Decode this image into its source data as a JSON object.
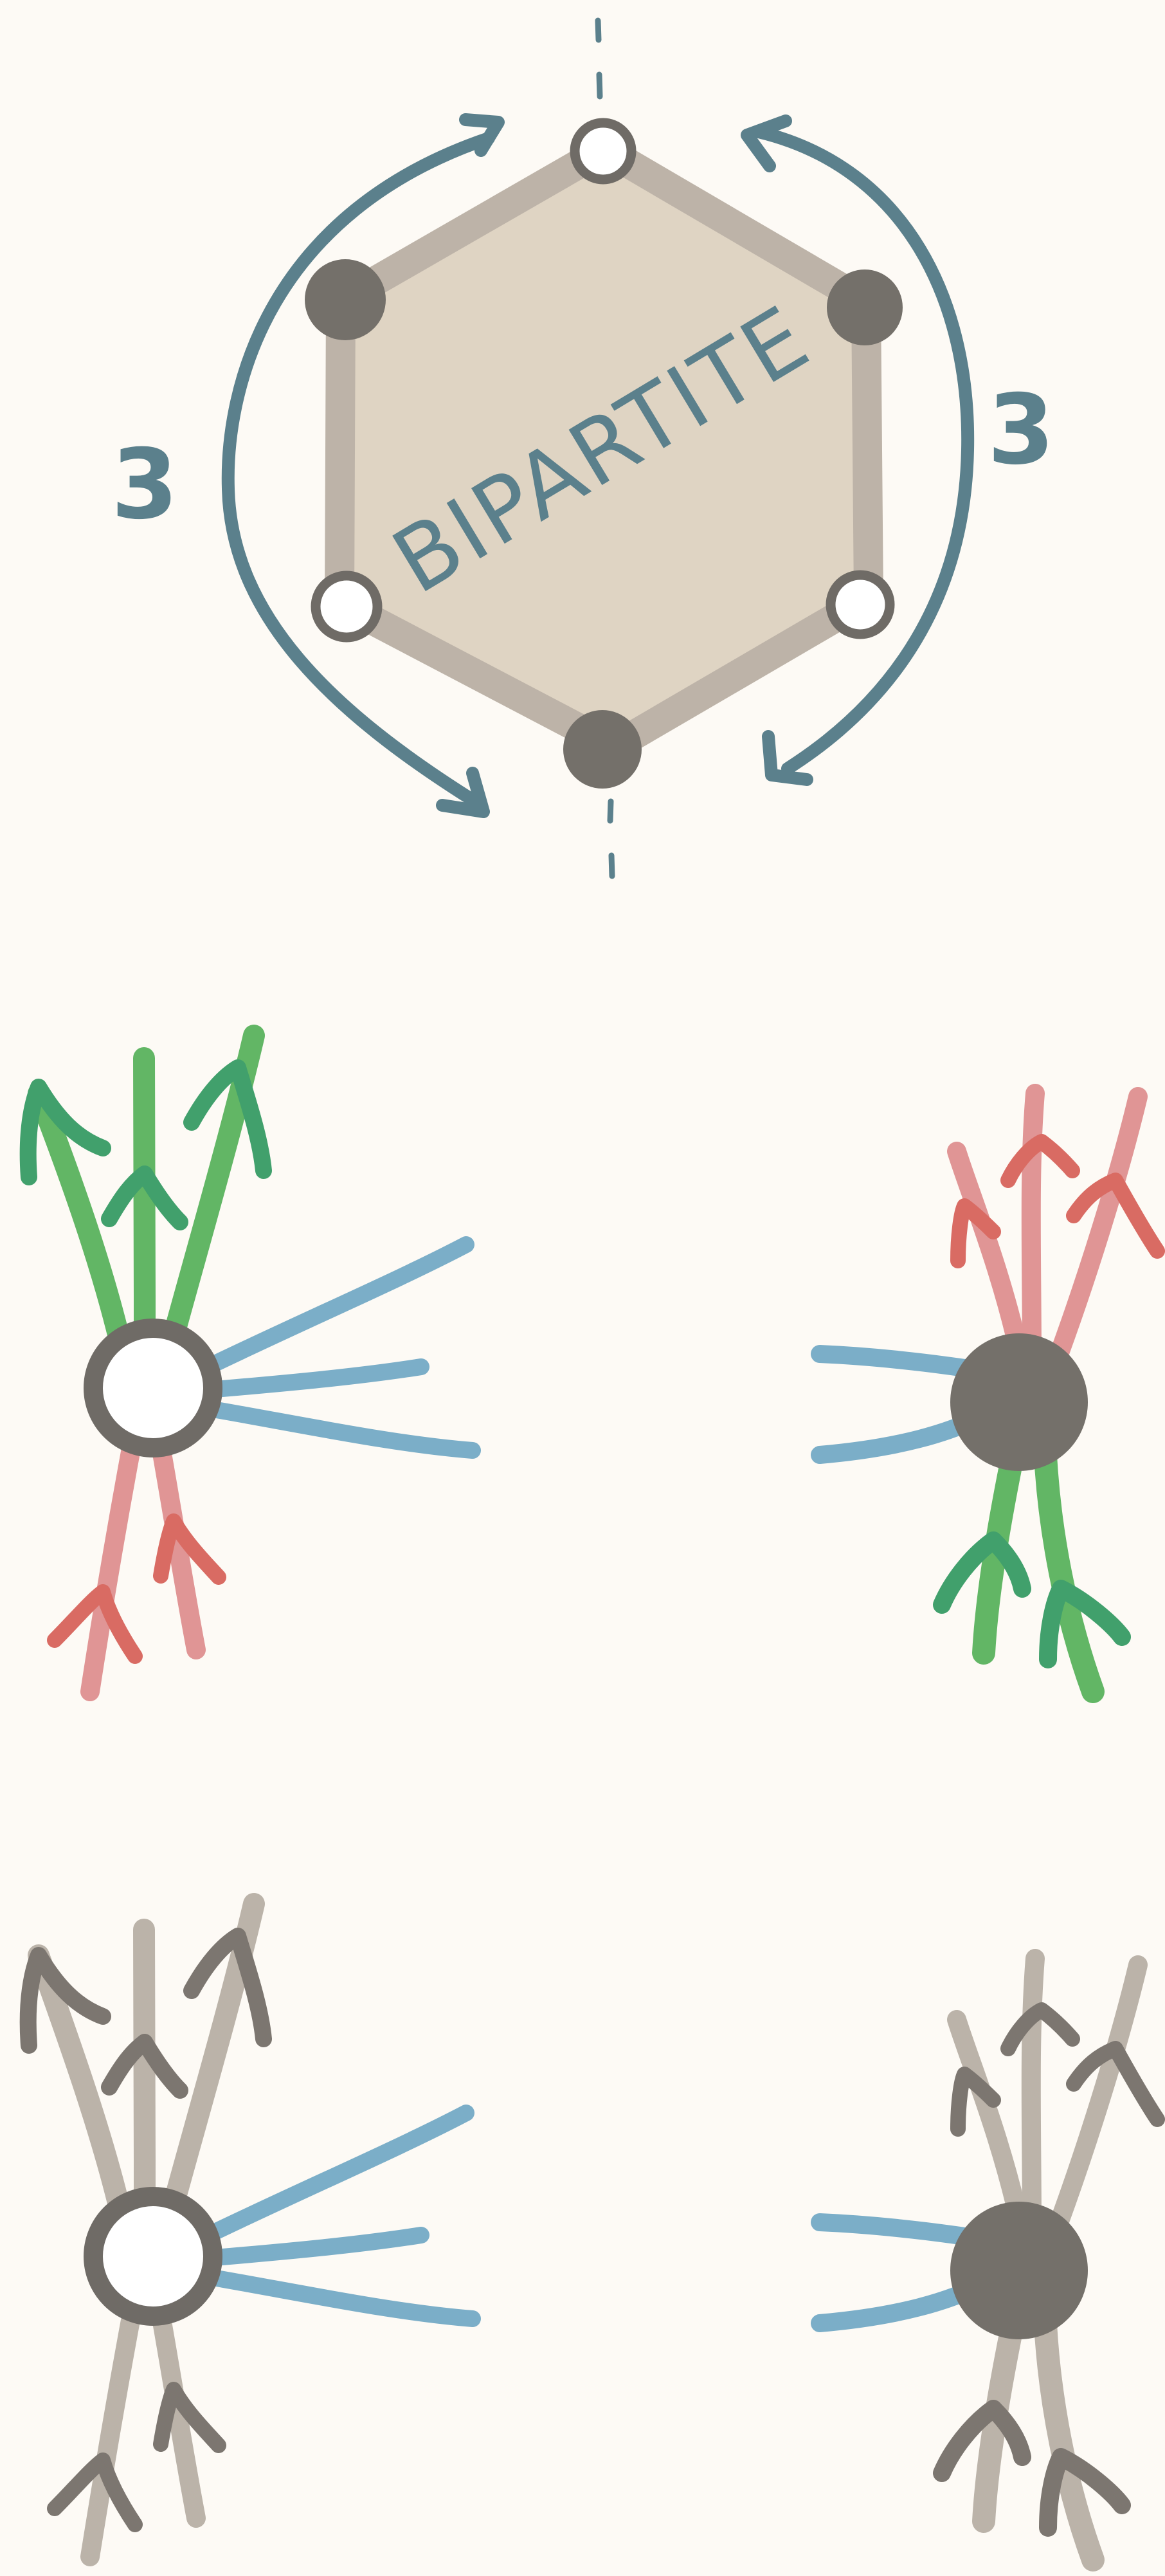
{
  "top_diagram": {
    "label": "BIPARTITE",
    "left_count": "3",
    "right_count": "3"
  },
  "colors": {
    "background": "#fdfaf5",
    "hexagon_fill": "#dfd4c3",
    "hexagon_edge": "#bdb3a8",
    "vertex_dark": "#74706a",
    "arrow": "#5b808c",
    "green_stem": "#62b665",
    "green_head": "#41a06c",
    "red_stem": "#e09595",
    "red_head": "#d96b63",
    "blue_leg": "#7baec8",
    "gray_stem": "#bbb3a9",
    "gray_head": "#7c7670"
  },
  "vertex_glyphs": [
    {
      "vertex": "white-vertex",
      "in_group_color": "green",
      "out_group_color": "red",
      "legs_color": "blue"
    },
    {
      "vertex": "dark-vertex",
      "in_group_color": "red",
      "out_group_color": "green",
      "legs_color": "blue"
    },
    {
      "vertex": "white-vertex",
      "in_group_color": "gray",
      "out_group_color": "gray",
      "legs_color": "blue"
    },
    {
      "vertex": "dark-vertex",
      "in_group_color": "gray",
      "out_group_color": "gray",
      "legs_color": "blue"
    }
  ]
}
